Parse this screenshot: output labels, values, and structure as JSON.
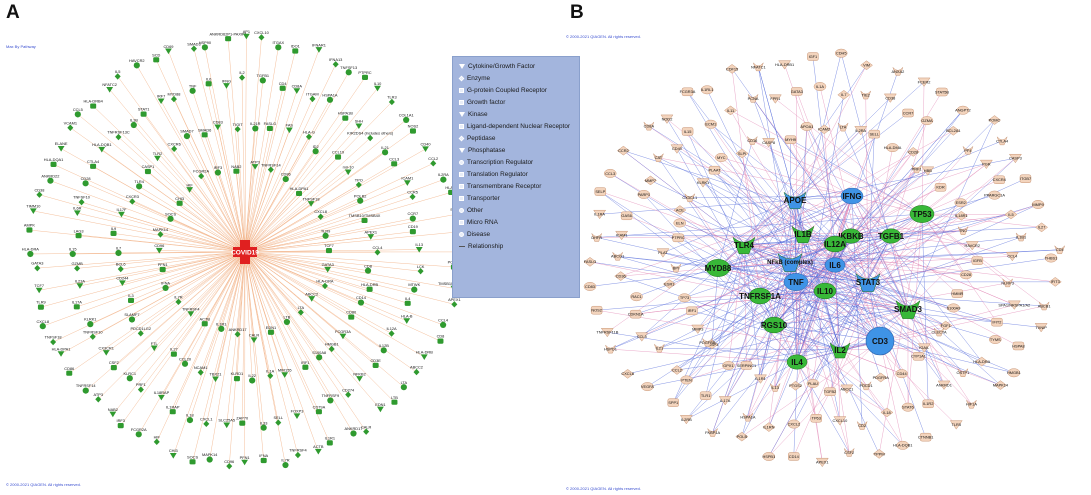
{
  "panels": {
    "a": {
      "letter": "A",
      "corner_top_text": "Max By Pathway",
      "corner_bottom_text": "© 2000-2021 QIAGEN. All rights reserved.",
      "center_node": "COVID19",
      "nodes": [
        "TPO",
        "POLB2",
        "TMSB10/TMSB4X",
        "APEX1",
        "CCL4",
        "CD8",
        "HLA-DRB",
        "ABCC2",
        "LTA",
        "LTB",
        "EDN1",
        "CALR",
        "ANKRD17",
        "IL1R1",
        "ACTB",
        "TNFRSF4",
        "IL7R",
        "IFNA",
        "PFN1",
        "CD96",
        "MAPK14",
        "SOCS",
        "CHI3",
        "HIF",
        "FCGR2A",
        "IRF3",
        "NAB2",
        "ATP3",
        "TNFRSF14",
        "CD86",
        "HLA-DPA1",
        "TNFSF18",
        "CXCL8",
        "TLR9",
        "TCF7",
        "GATA3",
        "HLA-DRA",
        "AMPK",
        "TIMM10",
        "CD38",
        "ANKRD22",
        "HLA-DQA1",
        "ELANE",
        "VCAM1",
        "CCL5",
        "HLA-DRB4",
        "NFATC2",
        "IL5",
        "HAVCR2",
        "SCD",
        "CD69",
        "SMAD3",
        "HSP90",
        "ANKRD62P1-PAXIP1",
        "AP1",
        "CXCL10",
        "ITGAX",
        "IDO1",
        "IFNAR1",
        "IFNA13",
        "TNFSF13",
        "PTPRC",
        "IL10",
        "TLR3",
        "COL1A1",
        "NOS2",
        "CD40",
        "CCL2",
        "IL2RA",
        "HLA-A",
        "STAT4",
        "PDCD1",
        "MTWK",
        "IL4",
        "HLA-B",
        "IL12A",
        "IL12B",
        "CD3E",
        "NFKB2",
        "CD274",
        "TNFRSF9",
        "CD79A",
        "FOXP3",
        "SELL",
        "IL33",
        "ZAP70",
        "SLC25A5",
        "CXCL1",
        "IL18",
        "IL1RAP",
        "IL18RAP",
        "PRF1",
        "KLRC1",
        "CSF2",
        "CX3CR1",
        "TNFRSF10",
        "KLRK1",
        "IL17A",
        "IL23A",
        "GZMB",
        "IL15",
        "LAG3",
        "IL6R",
        "TNFSF10",
        "CD28",
        "CTLA4",
        "HLA-DQB1",
        "TNFRSF13C",
        "IL1B",
        "STAT1",
        "IRF7",
        "MYD88",
        "TNF",
        "IL6",
        "IFNG",
        "IL2",
        "TGFB1",
        "CD4",
        "CD8A",
        "ITGAM",
        "HSPA1A",
        "HSPA1B",
        "SHH",
        "KIR2DS4 (includes others)",
        "IL21",
        "CCL3",
        "ICAM1",
        "CCR5",
        "CCR7",
        "CD19",
        "IL13",
        "LCK",
        "CD14",
        "CD80",
        "FCGR3A",
        "HMGB1",
        "S100A8",
        "IRF1",
        "MIR155",
        "IL1A",
        "IL22",
        "KLRD1",
        "TBX21",
        "NCAM1",
        "CCL20",
        "IL27",
        "FTL",
        "PDCD1LG2",
        "SLAMF7",
        "IL3",
        "CD244",
        "BCL6",
        "IL7",
        "IL9",
        "IL17F",
        "CXCR3",
        "TLR4",
        "CASP1",
        "TLR2",
        "CXCR6",
        "SMAD7",
        "SMAD6",
        "CD83",
        "TIGIT",
        "IL21R",
        "FASLG",
        "FAS",
        "HLA-G",
        "ID2",
        "CCL19",
        "mir-10"
      ]
    },
    "b": {
      "letter": "B",
      "corner_top_text": "© 2000-2021 QIAGEN. All rights reserved.",
      "corner_bottom_text": "© 2000-2021 QIAGEN. All rights reserved.",
      "hubs": [
        "APOE",
        "IFNG",
        "TP53",
        "IL1B",
        "IKBKB",
        "TGFB1",
        "TLR4",
        "IL12A",
        "IL6",
        "NFkB (complex)",
        "MYD88",
        "TNF",
        "STAT3",
        "IL10",
        "TNFRSF1A",
        "SMAD3",
        "RGS10",
        "CD3",
        "IL2",
        "IL4"
      ],
      "nodes": [
        "THBS1",
        "NLRP3",
        "HMMR",
        "IFIT3",
        "SPA1/NRSPA1/A2",
        "S100A9",
        "ABCB1",
        "IFIT2",
        "FGF1",
        "TXNIP",
        "TYMS",
        "CLECTA",
        "HSPA8",
        "HLA-DRA",
        "IGAIL",
        "HMGB1",
        "OSTP1",
        "CYP1A1",
        "MAPK14",
        "ANKRD1",
        "CD44",
        "HIF1A",
        "IL1R2",
        "PDGFRA",
        "TLR5",
        "STAT6",
        "PDCD1",
        "CTNNB1",
        "IL18",
        "ABCC1",
        "HLA-DQB1",
        "CD2",
        "TGFB2",
        "TPPM",
        "CXCL10",
        "PLAU",
        "CSF2",
        "TP63",
        "PTGS2",
        "APEX1",
        "CXCL2",
        "IL13",
        "CD14",
        "IL1RN",
        "IL1R1",
        "HSPB1",
        "HSPA1A",
        "SERPINC1",
        "POLB",
        "IL17A",
        "GPX1",
        "FKBP1A",
        "TLR1",
        "CASP1",
        "IL2RB",
        "PTEN",
        "PDGFRB",
        "SPP1",
        "CCL2",
        "MMP3",
        "VEGFA",
        "IL21",
        "IRF1",
        "CXCL8",
        "CCL5",
        "TP73",
        "HSPD1",
        "CDKN1A",
        "ESR1",
        "TNFRSF11B",
        "RAC1",
        "BPI",
        "NOS2",
        "CD36",
        "PLAT",
        "CD83",
        "ABCG1",
        "PTPRC",
        "FASLG",
        "ICAM1",
        "ELN",
        "DHFR",
        "GAS6",
        "ACE",
        "IL1RA",
        "PARP1",
        "CX3CL1",
        "SELP",
        "MMP7",
        "KLRK1",
        "CCL3",
        "CAT",
        "PLAAT",
        "CCR2",
        "CD40",
        "MYC",
        "CD8A",
        "IL15",
        "SLPI",
        "NOD2",
        "ECM1",
        "CD16",
        "FCGR3A",
        "IL11",
        "CASP8",
        "IL1RL1",
        "PCNA",
        "MYH9",
        "CDF15",
        "FPR1",
        "APOA1",
        "NFATC1",
        "GATA3",
        "ICAM2",
        "HLA-DRB1",
        "IL1A",
        "LTA",
        "IGF1",
        "IL7",
        "IL2RA",
        "CDH5",
        "TIE2",
        "SELL",
        "VIM",
        "CD38",
        "HLA-DMA",
        "ANXA2",
        "CCR7",
        "CD28",
        "FCER2",
        "GZMA",
        "PRF1",
        "STAT5B",
        "BCL2A1",
        "HBB",
        "ANGPT2",
        "PF4",
        "KDR",
        "POMC",
        "PGR",
        "ESR2",
        "CTLA4",
        "CXCR4",
        "IL18R1",
        "CASP3",
        "PPARGC1A",
        "TNC",
        "ITGB7",
        "IL5",
        "HAVCR2",
        "MMP9",
        "IL1B1",
        "IGFB",
        "IL27",
        "CCL4",
        "CD28",
        "CD4"
      ]
    }
  },
  "legend": {
    "items": [
      {
        "label": "Cytokine/Growth Factor",
        "symbol": "tri"
      },
      {
        "label": "Enzyme",
        "symbol": "diamond"
      },
      {
        "label": "G-protein Coupled Receptor",
        "symbol": "box"
      },
      {
        "label": "Growth factor",
        "symbol": "box"
      },
      {
        "label": "Kinase",
        "symbol": "tri"
      },
      {
        "label": "Ligand-dependent Nuclear Receptor",
        "symbol": "box"
      },
      {
        "label": "Peptidase",
        "symbol": "diamond"
      },
      {
        "label": "Phosphatase",
        "symbol": "tri"
      },
      {
        "label": "Transcription Regulator",
        "symbol": "circle"
      },
      {
        "label": "Translation Regulator",
        "symbol": "box"
      },
      {
        "label": "Transmembrane Receptor",
        "symbol": "box"
      },
      {
        "label": "Transporter",
        "symbol": "box"
      },
      {
        "label": "Other",
        "symbol": "circle"
      },
      {
        "label": "Micro RNA",
        "symbol": "box"
      },
      {
        "label": "Disease",
        "symbol": "circle"
      },
      {
        "label": "Relationship",
        "symbol": "line"
      }
    ]
  },
  "colors": {
    "a_node": "#2f9a2f",
    "a_edge": "#f2b48a",
    "center": "#e02020",
    "b_node": "#f3d4bd",
    "b_node_stroke": "#c89677",
    "hub_green": "#38b838",
    "hub_blue": "#3f93e6",
    "edge_blue": "#4b63d8",
    "edge_pink": "#e07fb0",
    "legend_bg": "#a3b5dd"
  }
}
